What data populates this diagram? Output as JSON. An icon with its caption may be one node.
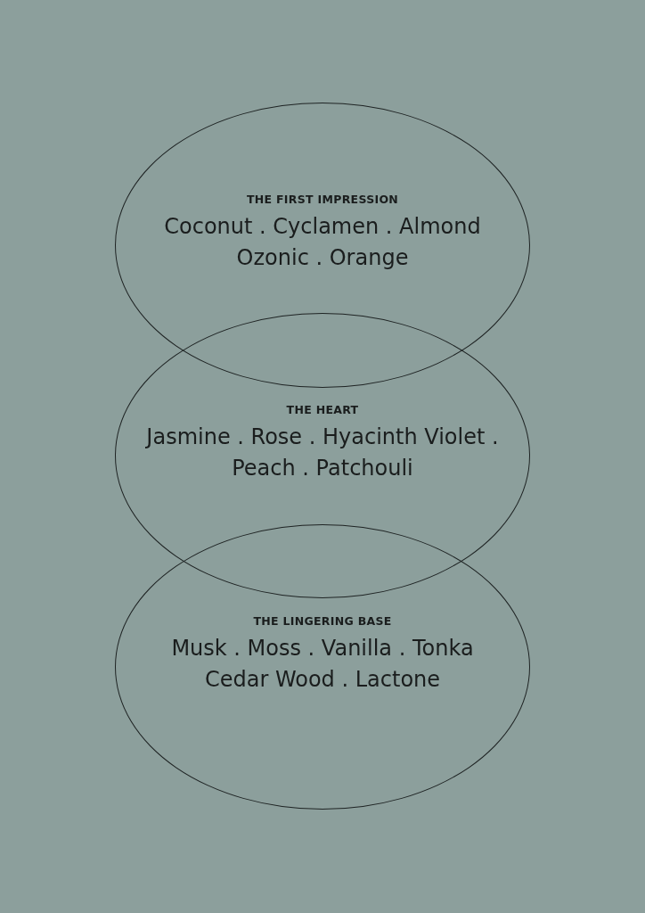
{
  "diagram": {
    "nodes": [
      {
        "text": [
          "THE FIRST IMPRESSION",
          "Coconut . Cyclamen . Almond Ozonic . Orange"
        ]
      },
      {
        "text": [
          "THE HEART",
          "Jasmine . Rose . Hyacinth Violet . Peach . Patchouli"
        ]
      },
      {
        "text": [
          "THE LINGERING BASE",
          "Musk . Moss . Vanilla . Tonka Cedar Wood . Lactone"
        ]
      }
    ]
  }
}
